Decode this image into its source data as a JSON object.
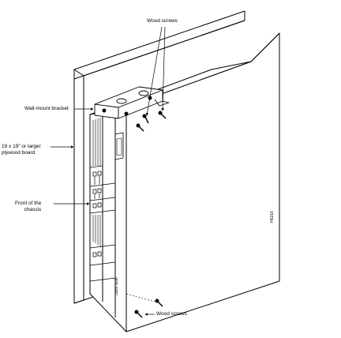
{
  "callouts": {
    "wood_screws_top": "Wood screws",
    "wall_mount_bracket": "Wall-mount bracket",
    "plywood_board": "19 x 19\" or larger\nplywood board",
    "front_of_chassis": "Front of the\nchassis",
    "wood_screws_bottom": "Wood screws"
  },
  "figure_id": "H6216",
  "chassis_label": "Cisco 4500"
}
